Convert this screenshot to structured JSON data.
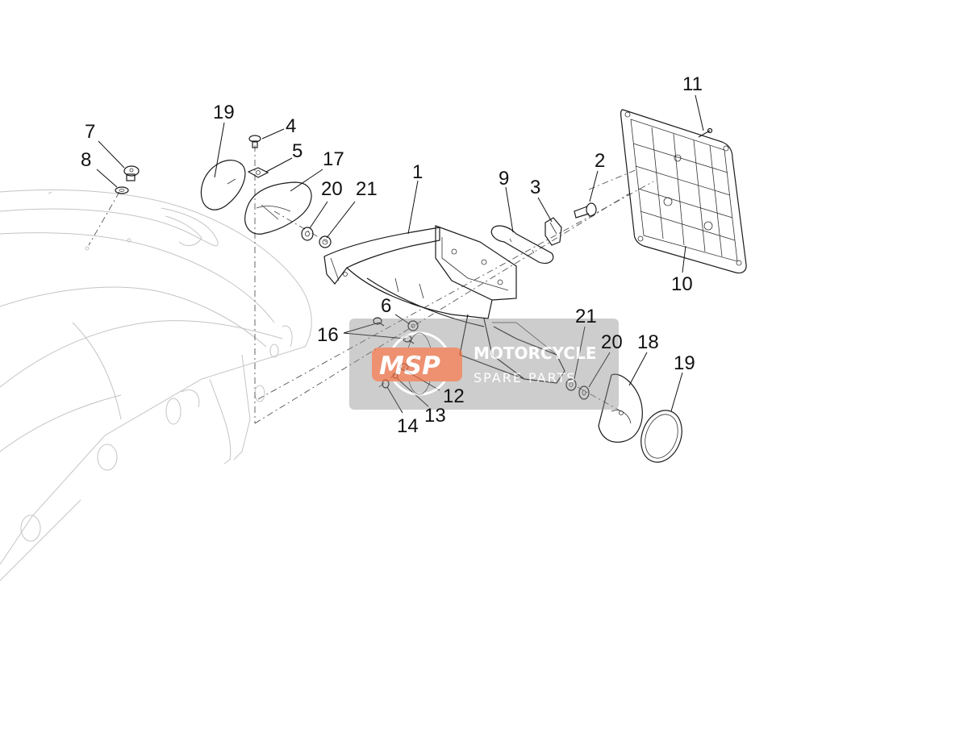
{
  "callouts": [
    {
      "id": "c1",
      "label": "1"
    },
    {
      "id": "c2",
      "label": "2"
    },
    {
      "id": "c3",
      "label": "3"
    },
    {
      "id": "c4",
      "label": "4"
    },
    {
      "id": "c5",
      "label": "5"
    },
    {
      "id": "c6",
      "label": "6"
    },
    {
      "id": "c7",
      "label": "7"
    },
    {
      "id": "c8",
      "label": "8"
    },
    {
      "id": "c9",
      "label": "9"
    },
    {
      "id": "c10",
      "label": "10"
    },
    {
      "id": "c11",
      "label": "11"
    },
    {
      "id": "c12",
      "label": "12"
    },
    {
      "id": "c13",
      "label": "13"
    },
    {
      "id": "c14",
      "label": "14"
    },
    {
      "id": "c16",
      "label": "16"
    },
    {
      "id": "c17",
      "label": "17"
    },
    {
      "id": "c18",
      "label": "18"
    },
    {
      "id": "c19a",
      "label": "19"
    },
    {
      "id": "c19b",
      "label": "19"
    },
    {
      "id": "c20a",
      "label": "20"
    },
    {
      "id": "c20b",
      "label": "20"
    },
    {
      "id": "c21a",
      "label": "21"
    },
    {
      "id": "c21b",
      "label": "21"
    }
  ],
  "watermark": {
    "logo_text": "MSP",
    "line1": "MOTORCYCLE",
    "line2": "SPARE PARTS",
    "background_color": "#8a8a8a",
    "accent_color": "#e8734a"
  }
}
